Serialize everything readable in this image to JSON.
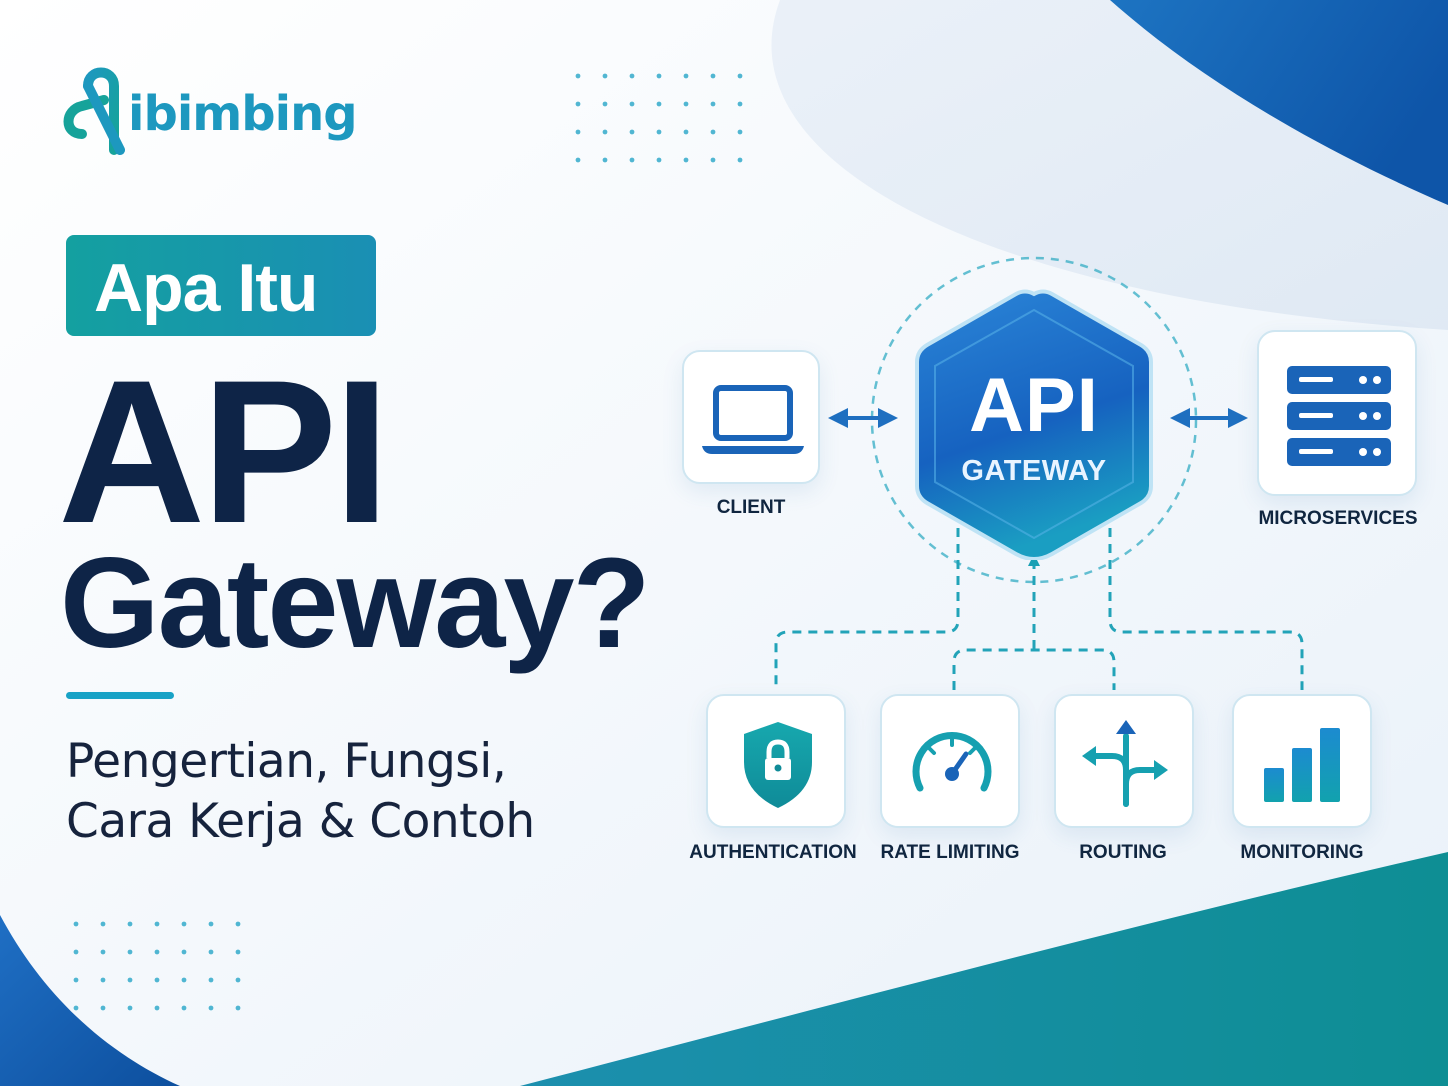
{
  "brand": {
    "logo_text": "ibimbing",
    "color_teal": "#16a39a",
    "color_blue": "#1d98bf"
  },
  "headline": {
    "badge": "Apa Itu",
    "title_line1": "API",
    "title_line2": "Gateway?",
    "subtitle_line1": "Pengertian, Fungsi,",
    "subtitle_line2": "Cara Kerja & Contoh"
  },
  "diagram": {
    "center": {
      "line1": "API",
      "line2": "GATEWAY"
    },
    "left_node": {
      "label": "CLIENT",
      "icon": "laptop-icon"
    },
    "right_node": {
      "label": "MICROSERVICES",
      "icon": "server-stack-icon"
    },
    "features": [
      {
        "label": "AUTHENTICATION",
        "icon": "shield-lock-icon"
      },
      {
        "label": "RATE LIMITING",
        "icon": "speedometer-icon"
      },
      {
        "label": "ROUTING",
        "icon": "route-split-icon"
      },
      {
        "label": "MONITORING",
        "icon": "bar-chart-icon"
      }
    ]
  },
  "colors": {
    "navy": "#0e2447",
    "accent_teal": "#14a0a0",
    "accent_blue": "#1565c0",
    "wave_teal": "#0f8f9b"
  }
}
